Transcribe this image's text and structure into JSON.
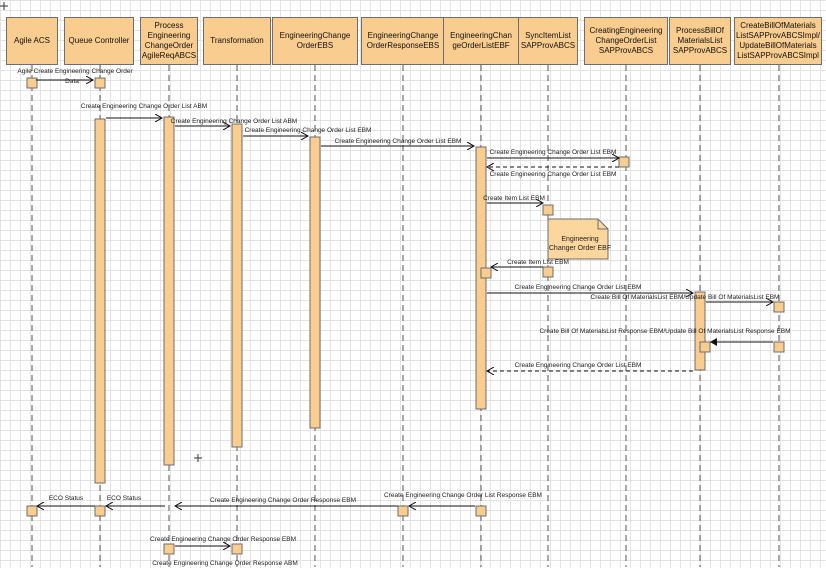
{
  "participants": [
    {
      "id": "agile",
      "label": "Agile ACS"
    },
    {
      "id": "queue",
      "label": "Queue Controller"
    },
    {
      "id": "pecoreq",
      "label": "Process\nEngineering\nChangeOrder\nAgileReqABCS"
    },
    {
      "id": "transform",
      "label": "Transformation"
    },
    {
      "id": "ecoebs",
      "label": "EngineeringChange\nOrderEBS"
    },
    {
      "id": "ecorespebs",
      "label": "EngineeringChange\nOrderResponseEBS"
    },
    {
      "id": "ecolistebf",
      "label": "EngineeringChan\ngeOrderListEBF"
    },
    {
      "id": "syncitem",
      "label": "SyncItemList\nSAPProvABCS"
    },
    {
      "id": "createeco",
      "label": "CreatingEngineering\nChangeOrderList\nSAPProvABCS"
    },
    {
      "id": "procbom",
      "label": "ProcessBillOf\nMaterialsList\nSAPProvABCS"
    },
    {
      "id": "createbom",
      "label": "CreateBillOfMaterials\nListSAPProvABCSImpl/\nUpdateBillOfMaterials\nListSAPProvABCSImpl"
    }
  ],
  "messages": [
    {
      "text": "Agile Create Engineering Change Order"
    },
    {
      "text": "Data"
    },
    {
      "text": "Create Engineering Change Order List ABM"
    },
    {
      "text": "Create Engineering Change Order List ABM"
    },
    {
      "text": "Create Engineering Change Order List EBM"
    },
    {
      "text": "Create Engineering Change Order List EBM"
    },
    {
      "text": "Create Engineering Change Order List EBM"
    },
    {
      "text": "Create Engineering Change Order List EBM"
    },
    {
      "text": "Create Item List EBM"
    },
    {
      "text": "Create Item List EBM"
    },
    {
      "text": "Create Engineering Change Order List EBM"
    },
    {
      "text": "Create Bill Of MaterialsList EBM/Update Bill Of MaterialsList EBM"
    },
    {
      "text": "Create Bill Of MaterialsList Response EBM/Update Bill Of MaterialsList Response EBM"
    },
    {
      "text": "Create Engineering Change Order List EBM"
    },
    {
      "text": "ECO Status"
    },
    {
      "text": "ECO Status"
    },
    {
      "text": "Create Engineering Change Order Response EBM"
    },
    {
      "text": "Create Engineering Change Order List Response EBM"
    },
    {
      "text": "Create Engineering Change Order Response EBM"
    },
    {
      "text": "Create Engineering Change Order Response ABM"
    }
  ],
  "note": {
    "text": "Engineering\nChanger Order EBF"
  },
  "colors": {
    "box_fill": "#f9cc8f",
    "box_border": "#6e6e6e",
    "lifeline": "#555555",
    "arrow": "#111111"
  }
}
